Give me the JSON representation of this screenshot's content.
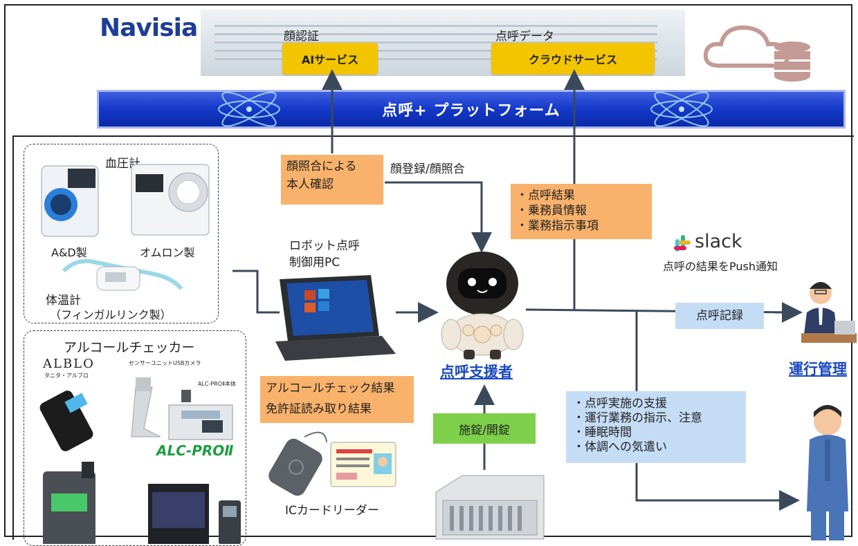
{
  "logo": {
    "text": "Navisia",
    "subtitle": "NEC Information System Integration Service Platform"
  },
  "cloud_services": {
    "ai": {
      "caption": "顔認証",
      "label": "AIサービス"
    },
    "cloud": {
      "caption": "点呼データ",
      "label": "クラウドサービス"
    }
  },
  "platform": {
    "label": "点呼+ プラットフォーム"
  },
  "devices": {
    "blood_pressure": {
      "title": "血圧計",
      "maker_ad": "A&D製",
      "maker_omron": "オムロン製"
    },
    "thermometer": {
      "title": "体温計",
      "maker": "（フィンガルリンク製）"
    },
    "alcohol": {
      "title": "アルコールチェッカー",
      "albalo": "ALBLO",
      "albalo_sub": "タニタ・アルブロ",
      "alc_pro": "ALC-PROⅡ",
      "sensor_unit": "センサーユニット",
      "usb_camera": "USBカメラ",
      "alc_main": "ALC-PROⅡ本体"
    }
  },
  "face_check": {
    "lines": [
      "顔照合による",
      "本人確認"
    ],
    "flow_label": "顔登録/顔照合"
  },
  "pc": {
    "lines": [
      "ロボット点呼",
      "制御用PC"
    ]
  },
  "alcohol_result": {
    "lines": [
      "アルコールチェック結果",
      "免許証読み取り結果"
    ]
  },
  "ic_reader": {
    "label": "ICカードリーダー"
  },
  "robot": {
    "label": "点呼支援者"
  },
  "lock": {
    "label": "施錠/開錠"
  },
  "cloud_data": {
    "items": [
      "・点呼結果",
      "・乗務員情報",
      "・業務指示事項"
    ]
  },
  "slack": {
    "brand": "slack",
    "caption": "点呼の結果をPush通知"
  },
  "record": {
    "label": "点呼記録"
  },
  "manager": {
    "label": "運行管理"
  },
  "support": {
    "items": [
      "・点呼実施の支援",
      "・運行業務の指示、注意",
      "・睡眠時間",
      "・体調への気遣い"
    ]
  },
  "colors": {
    "platform": "#1438c8",
    "orange": "#f9b26b",
    "yellow": "#f3c400",
    "green": "#7ed04a",
    "light_blue": "#c5dcf5",
    "arrow": "#3b4a5a",
    "link": "#1a48c0"
  }
}
